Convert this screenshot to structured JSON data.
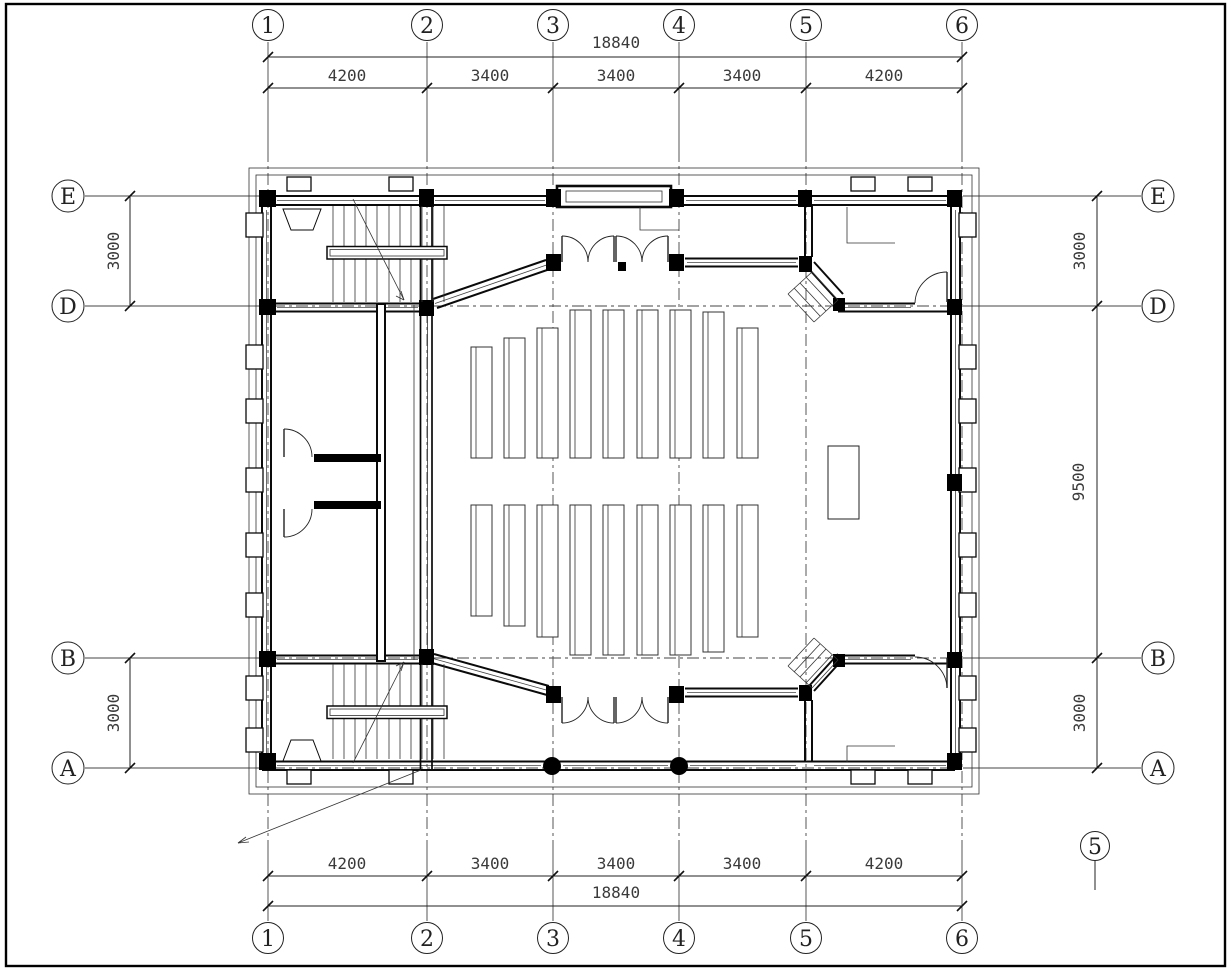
{
  "grid": {
    "columns": [
      "1",
      "2",
      "3",
      "4",
      "5",
      "6"
    ],
    "rows": [
      "E",
      "D",
      "B",
      "A"
    ],
    "detail_marker": "5"
  },
  "dimensions": {
    "overall_width_top": "18840",
    "overall_width_bottom": "18840",
    "top_segments": [
      "4200",
      "3400",
      "3400",
      "3400",
      "4200"
    ],
    "bottom_segments": [
      "4200",
      "3400",
      "3400",
      "3400",
      "4200"
    ],
    "left_segments": [
      "3000",
      "3000"
    ],
    "right_segments": [
      "3000",
      "9500",
      "3000"
    ]
  },
  "colors": {
    "ink": "#1a1a1a",
    "background": "#ffffff"
  }
}
